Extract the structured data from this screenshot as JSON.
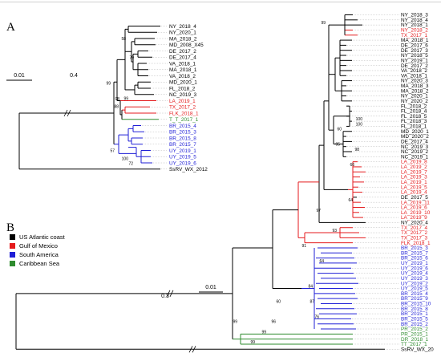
{
  "colors": {
    "us": "#000000",
    "gulf": "#e41a1c",
    "sa": "#1f1fd6",
    "carib": "#2e8b2e"
  },
  "panel_a": {
    "letter": "A",
    "scale_label": "0.01",
    "break_label": "0.4",
    "taxa": [
      {
        "label": "NY_2018_4",
        "region": "us"
      },
      {
        "label": "NY_2020_1",
        "region": "us"
      },
      {
        "label": "MA_2018_2",
        "region": "us"
      },
      {
        "label": "MD_2008_X45",
        "region": "us"
      },
      {
        "label": "DE_2017_2",
        "region": "us"
      },
      {
        "label": "DE_2017_4",
        "region": "us"
      },
      {
        "label": "VA_2018_1",
        "region": "us"
      },
      {
        "label": "MA_2018_1",
        "region": "us"
      },
      {
        "label": "VA_2018_2",
        "region": "us"
      },
      {
        "label": "MD_2020_1",
        "region": "us"
      },
      {
        "label": "FL_2018_2",
        "region": "us"
      },
      {
        "label": "NC_2019_3",
        "region": "us"
      },
      {
        "label": "LA_2019_1",
        "region": "gulf"
      },
      {
        "label": "TX_2017_2",
        "region": "gulf"
      },
      {
        "label": "FLK_2018_1",
        "region": "gulf"
      },
      {
        "label": "T_T_2017_1",
        "region": "carib"
      },
      {
        "label": "BR_2015_4",
        "region": "sa"
      },
      {
        "label": "BR_2015_3",
        "region": "sa"
      },
      {
        "label": "BR_2015_8",
        "region": "sa"
      },
      {
        "label": "BR_2015_7",
        "region": "sa"
      },
      {
        "label": "UY_2019_1",
        "region": "sa"
      },
      {
        "label": "UY_2019_5",
        "region": "sa"
      },
      {
        "label": "UY_2019_6",
        "region": "sa"
      },
      {
        "label": "SsRV_WX_2012",
        "region": "us"
      }
    ],
    "supports": [
      "99",
      "58",
      "79",
      "99",
      "98",
      "88",
      "57",
      "100",
      "72"
    ]
  },
  "panel_b": {
    "letter": "B",
    "scale_label": "0.01",
    "break_label": "0.3",
    "taxa": [
      {
        "label": "NY_2018_3",
        "region": "us"
      },
      {
        "label": "NY_2018_4",
        "region": "us"
      },
      {
        "label": "NY_2018_1",
        "region": "us"
      },
      {
        "label": "NY_2018_2",
        "region": "gulf"
      },
      {
        "label": "TX_2017_1",
        "region": "gulf"
      },
      {
        "label": "MA_2018_1",
        "region": "us"
      },
      {
        "label": "DE_2017_6",
        "region": "us"
      },
      {
        "label": "DE_2017_3",
        "region": "us"
      },
      {
        "label": "NY_2018_5",
        "region": "us"
      },
      {
        "label": "NY_2019_1",
        "region": "us"
      },
      {
        "label": "DE_2017_2",
        "region": "us"
      },
      {
        "label": "VA_2018_2",
        "region": "us"
      },
      {
        "label": "VA_2018_1",
        "region": "us"
      },
      {
        "label": "NY_2020_3",
        "region": "us"
      },
      {
        "label": "MA_2018_3",
        "region": "us"
      },
      {
        "label": "MA_2018_2",
        "region": "us"
      },
      {
        "label": "NY_2020_1",
        "region": "us"
      },
      {
        "label": "NY_2020_2",
        "region": "us"
      },
      {
        "label": "FL_2018_2",
        "region": "us"
      },
      {
        "label": "FL_2018_4",
        "region": "us"
      },
      {
        "label": "FL_2018_5",
        "region": "us"
      },
      {
        "label": "FL_2018_3",
        "region": "us"
      },
      {
        "label": "FL_2018_1",
        "region": "us"
      },
      {
        "label": "MD_2020_1",
        "region": "us"
      },
      {
        "label": "MD_2020_2",
        "region": "us"
      },
      {
        "label": "DE_2017_4",
        "region": "us"
      },
      {
        "label": "NC_2019_3",
        "region": "us"
      },
      {
        "label": "NC_2019_2",
        "region": "us"
      },
      {
        "label": "NC_2019_1",
        "region": "us"
      },
      {
        "label": "LA_2019_8",
        "region": "gulf"
      },
      {
        "label": "LA_2019_2",
        "region": "gulf"
      },
      {
        "label": "LA_2019_7",
        "region": "gulf"
      },
      {
        "label": "LA_2019_3",
        "region": "gulf"
      },
      {
        "label": "LA_2019_1",
        "region": "gulf"
      },
      {
        "label": "LA_2019_5",
        "region": "gulf"
      },
      {
        "label": "LA_2019_4",
        "region": "gulf"
      },
      {
        "label": "DE_2017_5",
        "region": "us"
      },
      {
        "label": "LA_2019_11",
        "region": "gulf"
      },
      {
        "label": "LA_2019_6",
        "region": "gulf"
      },
      {
        "label": "LA_2019_10",
        "region": "gulf"
      },
      {
        "label": "LA_2019_9",
        "region": "gulf"
      },
      {
        "label": "NY_2020_4",
        "region": "us"
      },
      {
        "label": "TX_2017_4",
        "region": "gulf"
      },
      {
        "label": "TX_2017_2",
        "region": "gulf"
      },
      {
        "label": "TX_2017_3",
        "region": "gulf"
      },
      {
        "label": "FLK_2018_1",
        "region": "gulf"
      },
      {
        "label": "BR_2015_3",
        "region": "sa"
      },
      {
        "label": "BR_2015_7",
        "region": "sa"
      },
      {
        "label": "BR_2015_6",
        "region": "sa"
      },
      {
        "label": "UY_2019_1",
        "region": "sa"
      },
      {
        "label": "UY_2019_6",
        "region": "sa"
      },
      {
        "label": "UY_2019_4",
        "region": "sa"
      },
      {
        "label": "UY_2019_3",
        "region": "sa"
      },
      {
        "label": "UY_2019_2",
        "region": "sa"
      },
      {
        "label": "UY_2019_5",
        "region": "sa"
      },
      {
        "label": "BR_2015_4",
        "region": "sa"
      },
      {
        "label": "BR_2015_9",
        "region": "sa"
      },
      {
        "label": "BR_2015_10",
        "region": "sa"
      },
      {
        "label": "BR_2015_8",
        "region": "sa"
      },
      {
        "label": "BR_2015_1",
        "region": "sa"
      },
      {
        "label": "BR_2015_5",
        "region": "sa"
      },
      {
        "label": "BR_2015_2",
        "region": "sa"
      },
      {
        "label": "PR_2015_2",
        "region": "carib"
      },
      {
        "label": "PR_2015_1",
        "region": "carib"
      },
      {
        "label": "DR_2018_1",
        "region": "carib"
      },
      {
        "label": "TT_2017_1",
        "region": "carib"
      },
      {
        "label": "SsRV_WX_20",
        "region": "us"
      }
    ],
    "supports": [
      "99",
      "100",
      "60",
      "95",
      "66",
      "100",
      "98",
      "64",
      "97",
      "93",
      "91",
      "60",
      "96",
      "64",
      "84",
      "87",
      "76",
      "99",
      "99",
      "99",
      "93"
    ]
  },
  "legend": [
    {
      "label": "US Atlantic coast",
      "color": "#000000"
    },
    {
      "label": "Gulf of Mexico",
      "color": "#e41a1c"
    },
    {
      "label": "South America",
      "color": "#1f1fd6"
    },
    {
      "label": "Caribbean Sea",
      "color": "#2e8b2e"
    }
  ]
}
